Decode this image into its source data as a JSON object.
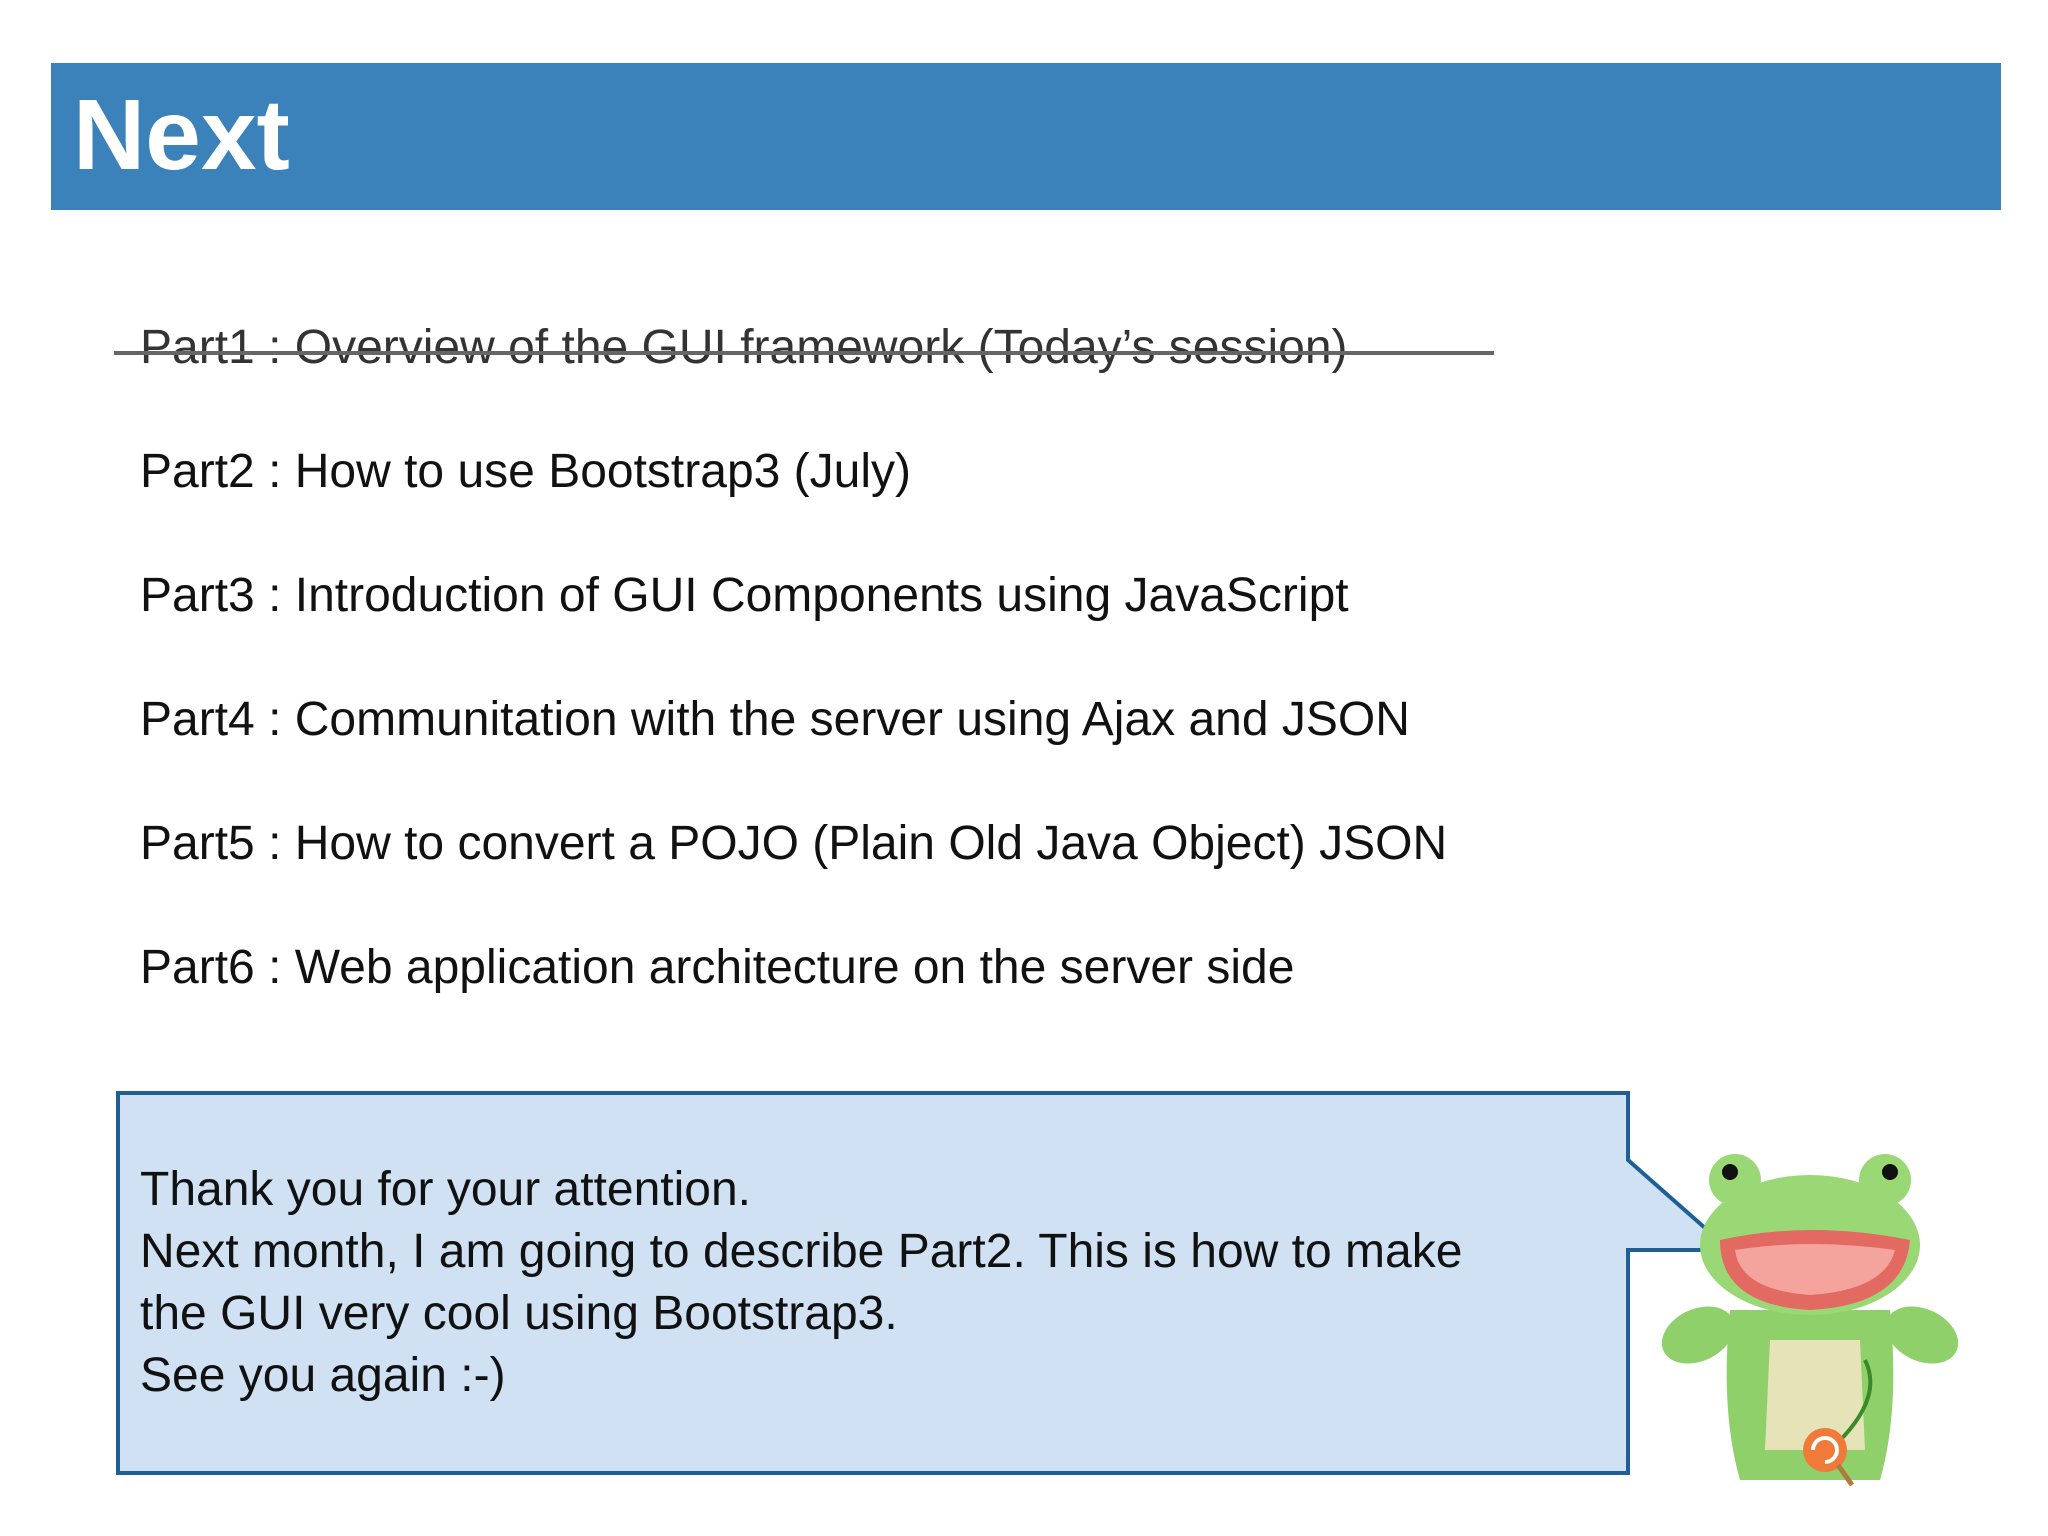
{
  "slide": {
    "title": "Next"
  },
  "agenda": {
    "items": [
      {
        "label": "Part1 : Overview of the GUI framework (Today’s session)",
        "done": true
      },
      {
        "label": "Part2 : How to use Bootstrap3 (July)",
        "done": false
      },
      {
        "label": "Part3 : Introduction of GUI Components using JavaScript",
        "done": false
      },
      {
        "label": "Part4 : Communitation with the server using Ajax and JSON",
        "done": false
      },
      {
        "label": "Part5 : How to convert a POJO (Plain Old Java Object) JSON",
        "done": false
      },
      {
        "label": "Part6 : Web application architecture on the server side",
        "done": false
      }
    ]
  },
  "callout": {
    "lines": [
      "Thank you for your attention.",
      "Next month, I am going to describe Part2. This is how to make",
      "the GUI very cool using Bootstrap3.",
      "See you again :-)"
    ]
  },
  "colors": {
    "header_bg": "#3b81ba",
    "callout_fill": "#cfe1f3",
    "callout_border": "#1f5f95",
    "frog_green": "#8fd06a"
  },
  "icons": {
    "mascot": "frog-puppet-icon"
  }
}
